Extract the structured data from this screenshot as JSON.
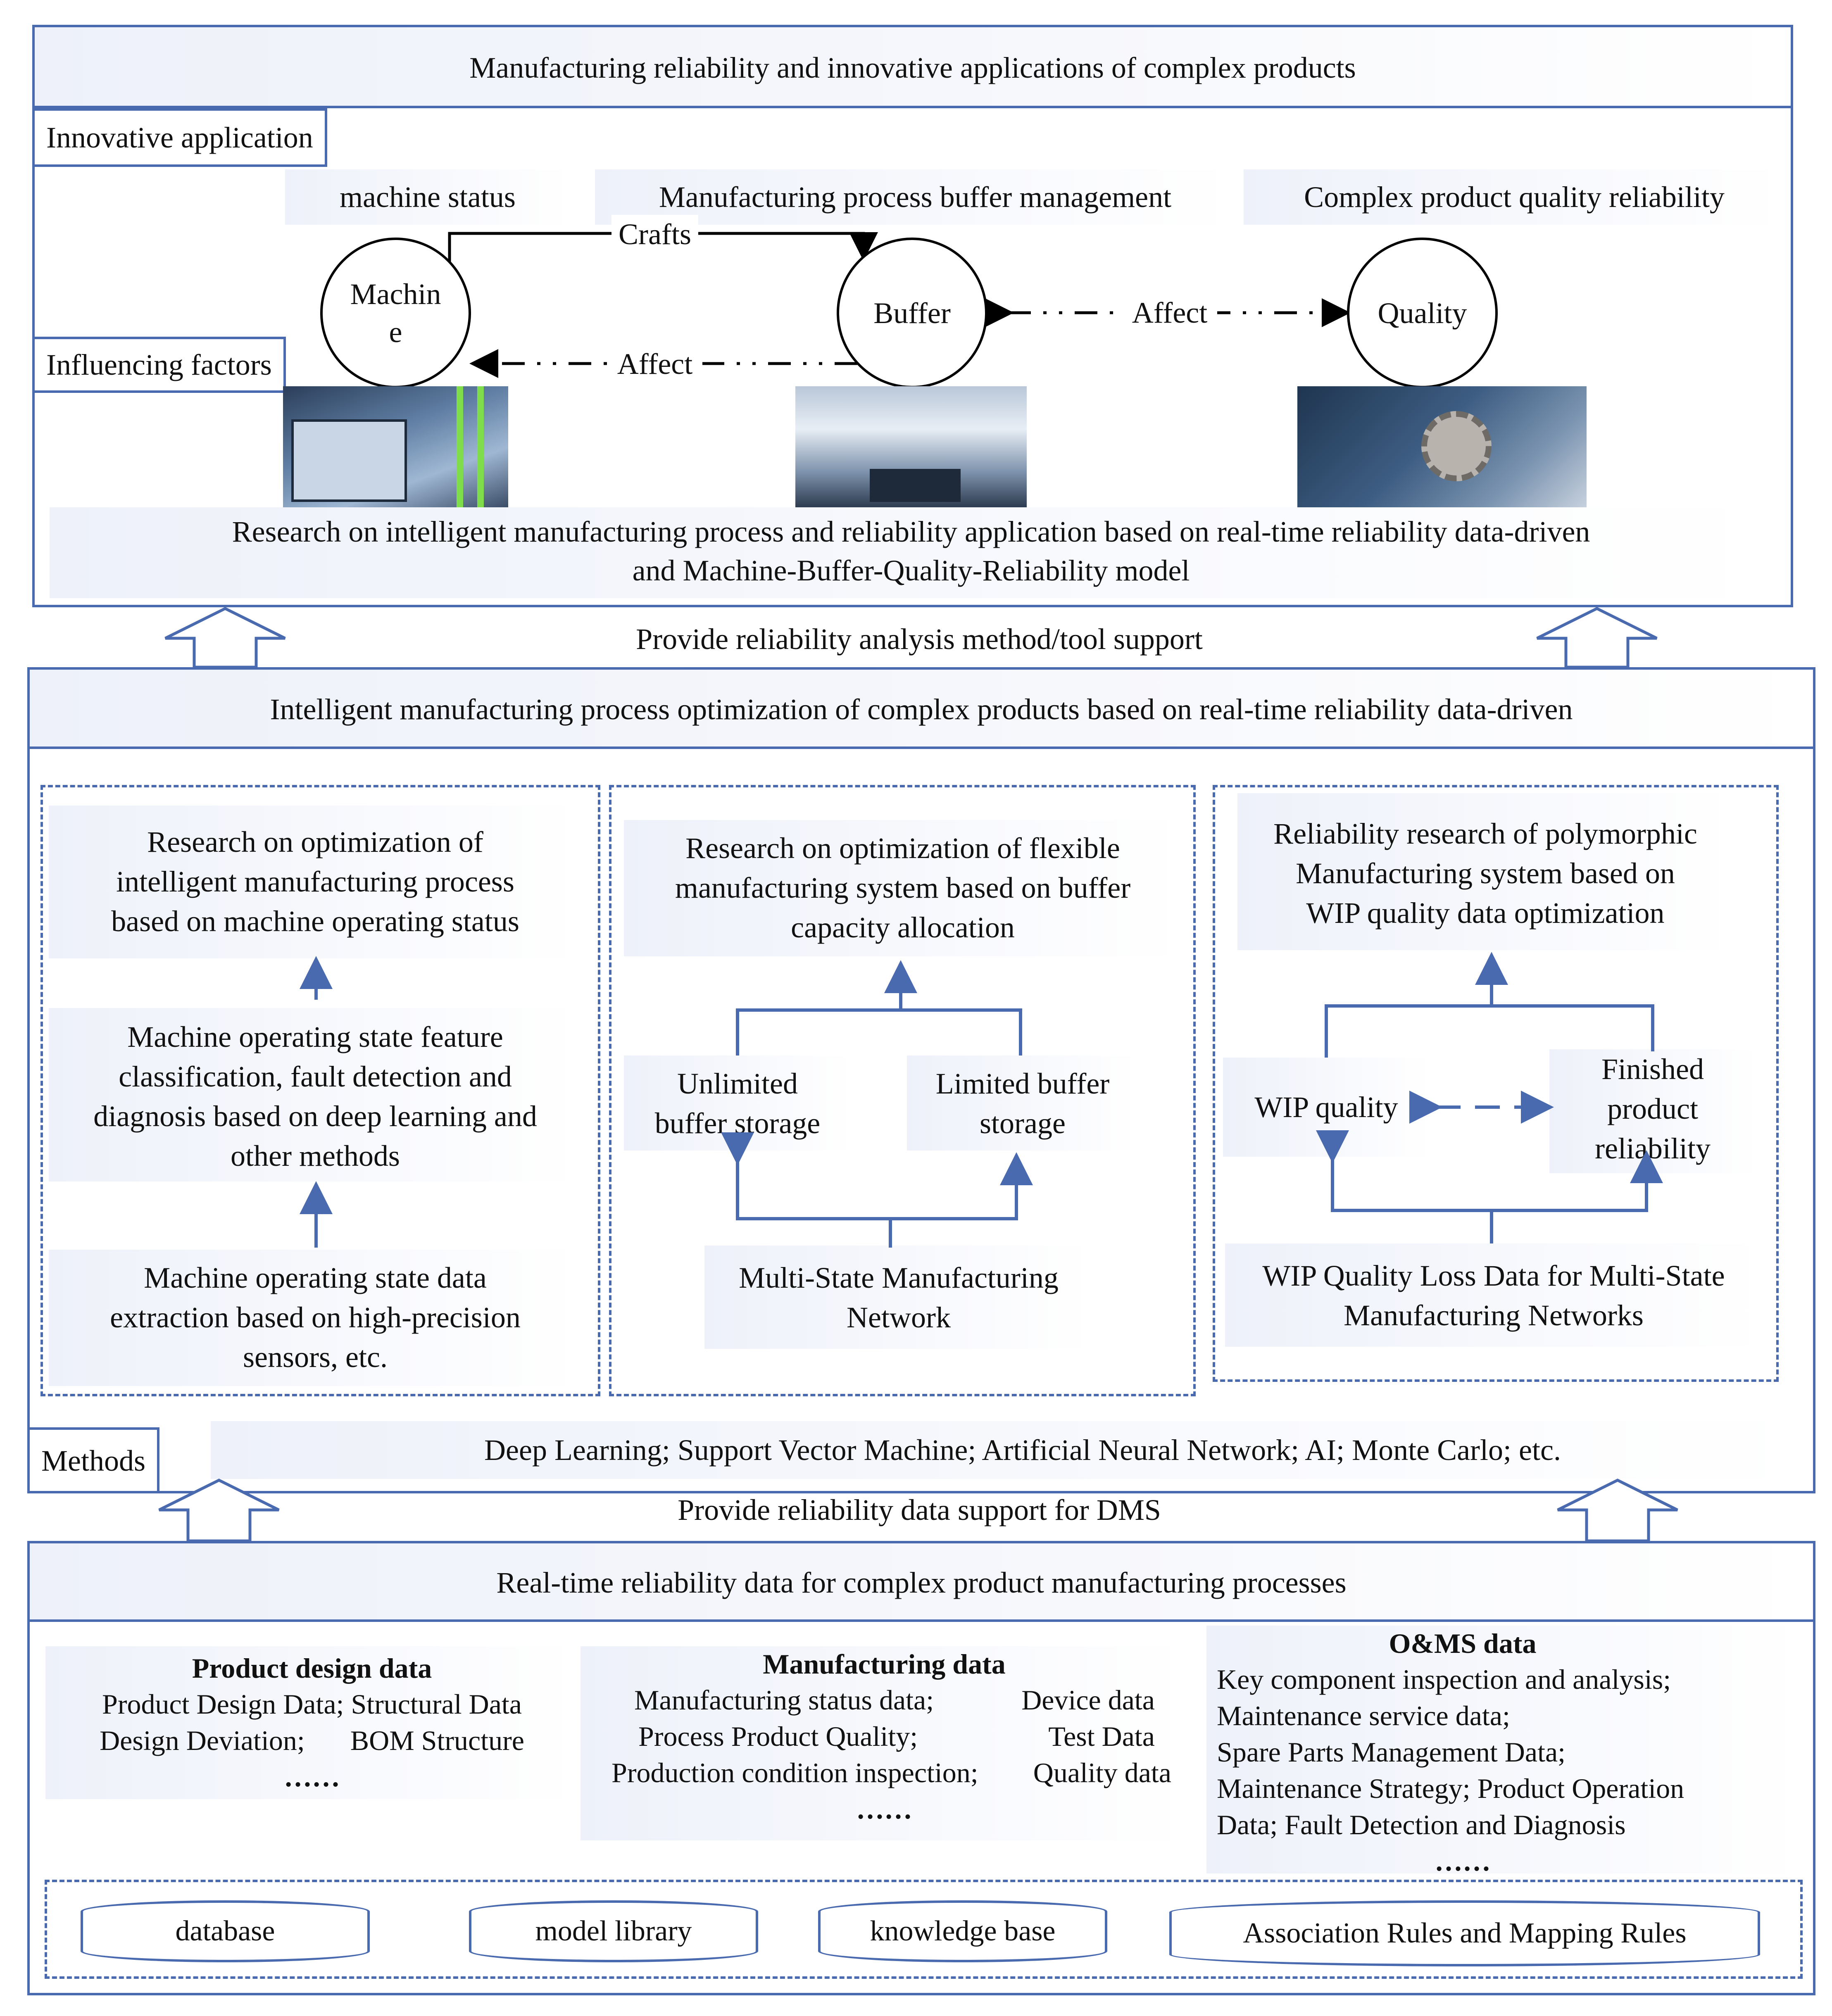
{
  "top_panel": {
    "title": "Manufacturing reliability and innovative applications of complex products",
    "innovative_tag": "Innovative application",
    "influencing_tag": "Influencing factors",
    "headers": {
      "machine": "machine status",
      "buffer": "Manufacturing process buffer management",
      "quality": "Complex product quality reliability"
    },
    "nodes": {
      "machine_line1": "Machin",
      "machine_line2": "e",
      "buffer": "Buffer",
      "quality": "Quality"
    },
    "edges": {
      "crafts": "Crafts",
      "affect_left": "Affect",
      "affect_right": "Affect"
    },
    "research_line1": "Research on intelligent manufacturing process and reliability application based on real-time reliability data-driven",
    "research_line2": "and Machine-Buffer-Quality-Reliability model"
  },
  "arrow_label_1": "Provide reliability analysis method/tool support",
  "middle_panel": {
    "title": "Intelligent manufacturing process optimization of complex products based on real-time reliability data-driven",
    "col1": {
      "top": [
        "Research on optimization of",
        "intelligent manufacturing process",
        "based on machine operating status"
      ],
      "mid": [
        "Machine operating state feature",
        "classification, fault detection and",
        "diagnosis based on deep learning and",
        "other methods"
      ],
      "bottom": [
        "Machine operating state data",
        "extraction based on high-precision",
        "sensors, etc."
      ]
    },
    "col2": {
      "top": [
        "Research on optimization of flexible",
        "manufacturing system based on buffer",
        "capacity allocation"
      ],
      "left": [
        "Unlimited",
        "buffer storage"
      ],
      "right": [
        "Limited buffer",
        "storage"
      ],
      "bottom": [
        "Multi-State Manufacturing",
        "Network"
      ]
    },
    "col3": {
      "top": [
        "Reliability research of polymorphic",
        "Manufacturing system based on",
        "WIP quality data optimization"
      ],
      "left": "WIP quality",
      "right": [
        "Finished",
        "product",
        "reliability"
      ],
      "bottom": [
        "WIP Quality Loss Data for Multi-State",
        "Manufacturing Networks"
      ]
    },
    "methods_tag": "Methods",
    "methods_text": "Deep Learning;  Support Vector Machine;   Artificial Neural Network;   AI;   Monte Carlo;  etc."
  },
  "arrow_label_2": "Provide reliability data support for DMS",
  "bottom_panel": {
    "title": "Real-time reliability data for complex product manufacturing processes",
    "design": {
      "heading": "Product design data",
      "line1": "Product Design Data; Structural Data",
      "line2a": "Design Deviation;",
      "line2b": "BOM Structure",
      "ellipsis": "……"
    },
    "manufacturing": {
      "heading": "Manufacturing data",
      "r1a": "Manufacturing status data;",
      "r1b": "Device data",
      "r2a": "Process Product Quality;",
      "r2b": "Test Data",
      "r3a": "Production condition inspection;",
      "r3b": "Quality data",
      "ellipsis": "……"
    },
    "oms": {
      "heading": "O&MS data",
      "lines": [
        "Key component inspection and analysis;",
        "Maintenance service data;",
        "Spare Parts Management Data;",
        "Maintenance Strategy;  Product Operation",
        "Data; Fault Detection and Diagnosis"
      ],
      "ellipsis": "……"
    },
    "stores": [
      "database",
      "model library",
      "knowledge base",
      "Association Rules and Mapping Rules"
    ]
  }
}
